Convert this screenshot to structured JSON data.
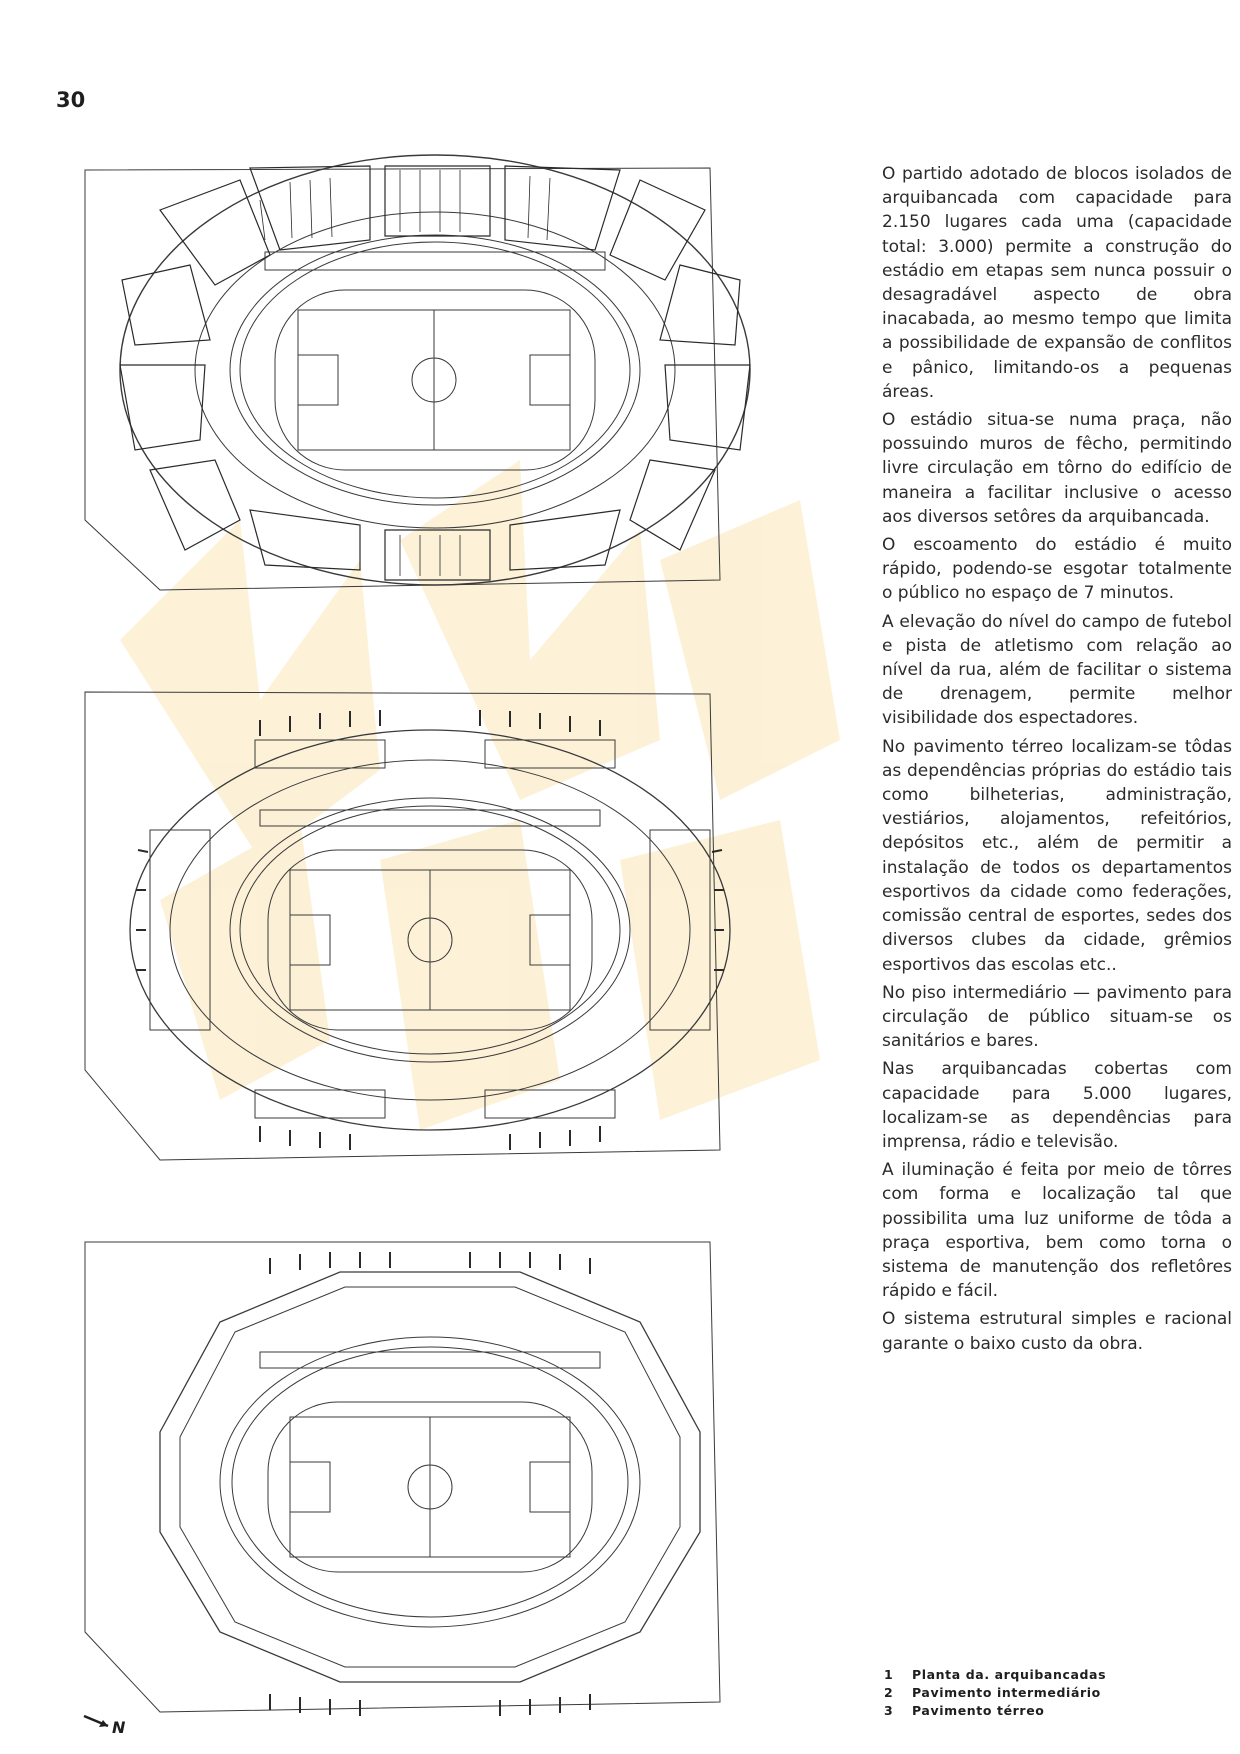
{
  "page": {
    "number": "30"
  },
  "text": {
    "paragraphs": [
      "O partido adotado de blocos isolados de arquibancada com capacidade para 2.150 lugares cada uma (capacidade total: 3.000) permite a construção do estádio em etapas sem nunca possuir o desagradável aspecto de obra inacabada, ao mesmo tempo que limita a possibilidade de expansão de conflitos e pânico, limitando-os a pequenas áreas.",
      "O estádio situa-se numa praça, não possuindo muros de fêcho, permitindo livre circulação em tôrno do edifício de maneira a facilitar inclusive o acesso aos diversos setôres da arquibancada.",
      "O escoamento do estádio é muito rápido, podendo-se esgotar totalmente o público no espaço de 7 minutos.",
      "A elevação do nível do campo de futebol e pista de atletismo com relação ao nível da rua, além de facilitar o sistema de drenagem, permite melhor visibilidade dos espectadores.",
      "No pavimento térreo localizam-se tôdas as dependências próprias do estádio tais como bilheterias, administração, vestiários, alojamentos, refeitórios, depósitos etc., além de permitir a instalação de todos os departamentos esportivos da cidade como federações, comissão central de esportes, sedes dos diversos clubes da cidade, grêmios esportivos das escolas etc..",
      "No piso intermediário — pavimento para circulação de público situam-se os sanitários e bares.",
      "Nas arquibancadas cobertas com capacidade para 5.000 lugares, localizam-se as dependências para imprensa, rádio e televisão.",
      "A iluminação é feita por meio de tôrres com forma e localização tal que possibilita uma luz uniforme de tôda a praça esportiva, bem como torna o sistema de manutenção dos refletôres rápido e fácil.",
      "O sistema estrutural simples e racional garante o baixo custo da obra."
    ]
  },
  "captions": [
    {
      "num": "1",
      "label": "Planta da. arquibancadas"
    },
    {
      "num": "2",
      "label": "Pavimento intermediário"
    },
    {
      "num": "3",
      "label": "Pavimento térreo"
    }
  ],
  "north_label": "N",
  "colors": {
    "ink": "#2a2a2a",
    "plan_line": "#3a3a3a",
    "watermark": "#fbe7b8"
  }
}
